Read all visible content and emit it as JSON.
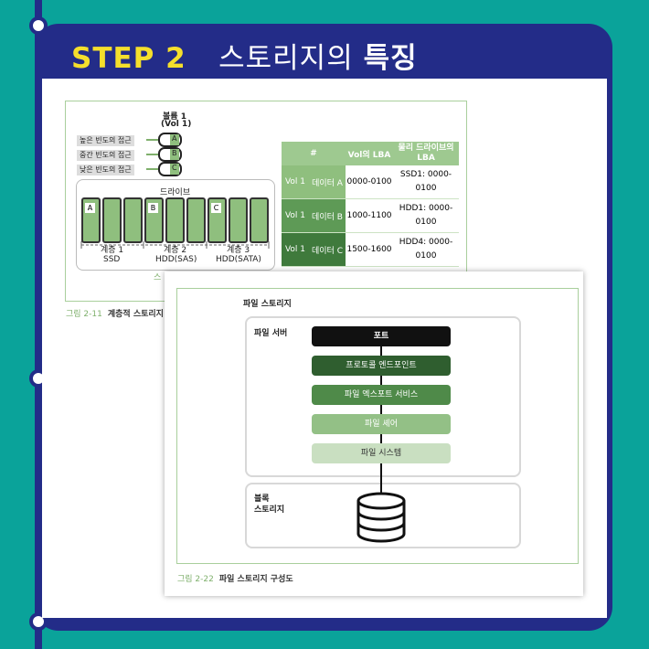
{
  "header": {
    "step": "STEP 2",
    "title_regular": "스토리지의 ",
    "title_bold": "특징"
  },
  "fig1": {
    "volume_label_1": "볼륨 1",
    "volume_label_2": "(Vol 1)",
    "freq": [
      "높은 빈도의 접근",
      "중간 빈도의 접근",
      "낮은 빈도의 접근"
    ],
    "stack_letters": [
      "A",
      "B",
      "C"
    ],
    "drive_label": "드라이브",
    "tiers": [
      {
        "name": "계층 1",
        "type": "SSD"
      },
      {
        "name": "계층 2",
        "type": "HDD(SAS)"
      },
      {
        "name": "계층 3",
        "type": "HDD(SATA)"
      }
    ],
    "partial": "스",
    "caption_num": "그림 2-11",
    "caption_text": "계층적 스토리지"
  },
  "table": {
    "headers": [
      "#",
      "Vol의 LBA",
      "물리 드라이브의 LBA"
    ],
    "rows": [
      {
        "vol": "Vol 1",
        "data": "데이터 A",
        "lba": "0000-0100",
        "phys": "SSD1: 0000-0100"
      },
      {
        "vol": "Vol 1",
        "data": "데이터 B",
        "lba": "1000-1100",
        "phys": "HDD1: 0000-0100"
      },
      {
        "vol": "Vol 1",
        "data": "데이터 C",
        "lba": "1500-1600",
        "phys": "HDD4: 0000-0100"
      }
    ]
  },
  "fig2": {
    "title": "파일 스토리지",
    "server_label": "파일 서버",
    "layers": [
      "포트",
      "프로토콜 엔드포인트",
      "파일 엑스포트 서비스",
      "파일 셰어",
      "파일 시스템"
    ],
    "block_label_1": "블록",
    "block_label_2": "스토리지",
    "caption_num": "그림 2-22",
    "caption_text": "파일 스토리지 구성도"
  },
  "colors": {
    "navy": "#232c88",
    "teal": "#0aa39a",
    "yellow": "#f5df2c",
    "green": "#8fbf7e"
  }
}
